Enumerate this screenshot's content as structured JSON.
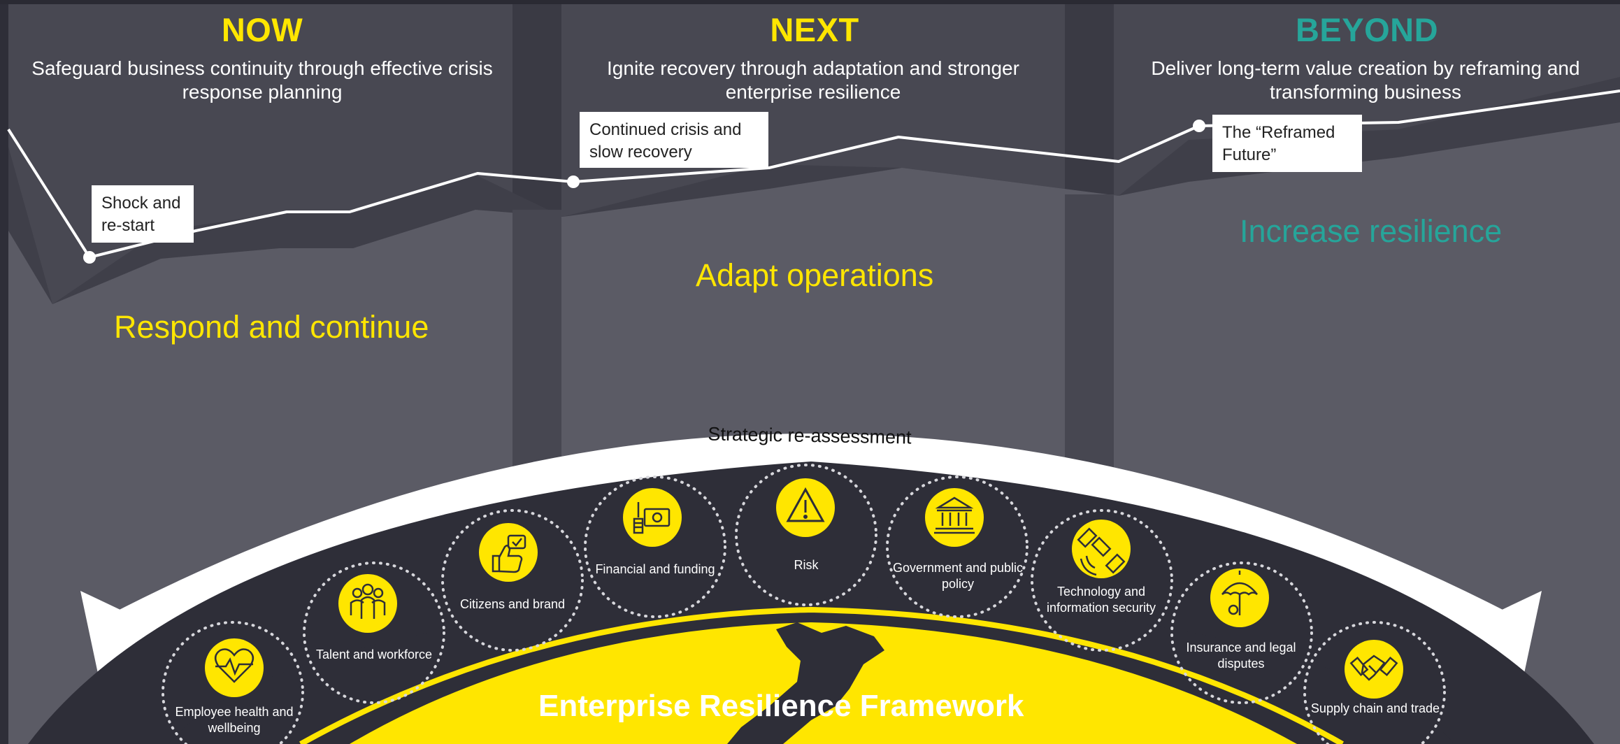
{
  "columns": [
    {
      "title": "NOW",
      "subtitle": "Safeguard business continuity through effective crisis response planning",
      "phase": "Respond and continue",
      "title_color": "#ffe600",
      "phase_color": "#ffe600"
    },
    {
      "title": "NEXT",
      "subtitle": "Ignite recovery through adaptation and stronger enterprise resilience",
      "phase": "Adapt operations",
      "title_color": "#ffe600",
      "phase_color": "#ffe600"
    },
    {
      "title": "BEYOND",
      "subtitle": "Deliver long-term value creation by reframing and transforming business",
      "phase": "Increase resilience",
      "title_color": "#26a59a",
      "phase_color": "#26a59a"
    }
  ],
  "callouts": {
    "shock": "Shock and re-start",
    "continued": "Continued crisis and slow recovery",
    "reframed": "The “Reframed Future”"
  },
  "arc_label": "Strategic re-assessment",
  "framework_title": "Enterprise Resilience Framework",
  "risk_areas": [
    {
      "label": "Employee health and wellbeing",
      "icon": "heart-pulse-icon"
    },
    {
      "label": "Talent and workforce",
      "icon": "people-icon"
    },
    {
      "label": "Citizens and brand",
      "icon": "thumbs-up-icon"
    },
    {
      "label": "Financial and funding",
      "icon": "money-icon"
    },
    {
      "label": "Risk",
      "icon": "warning-icon"
    },
    {
      "label": "Government and public policy",
      "icon": "government-building-icon"
    },
    {
      "label": "Technology and information security",
      "icon": "satellite-icon"
    },
    {
      "label": "Insurance and legal disputes",
      "icon": "umbrella-icon"
    },
    {
      "label": "Supply chain and trade",
      "icon": "handshake-icon"
    }
  ],
  "colors": {
    "accent_yellow": "#ffe600",
    "accent_teal": "#26a59a",
    "background_dark": "#2e2e38",
    "panel_grey": "#5c5c66"
  }
}
